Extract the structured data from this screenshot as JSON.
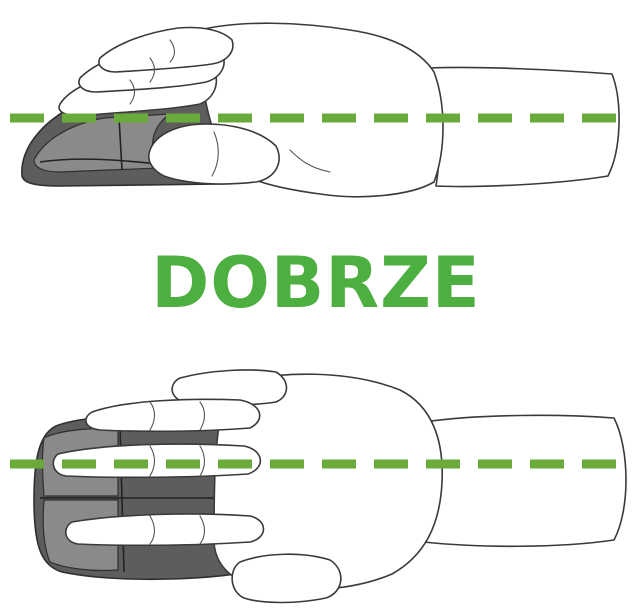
{
  "caption": {
    "text": "DOBRZE"
  },
  "colors": {
    "accent_green": "#4caf3f",
    "guide_green": "#6aaa3a",
    "mouse_dark": "#5d5d5d",
    "mouse_light": "#8a8a8a",
    "outline": "#3a3a3a"
  },
  "illustrations": [
    {
      "name": "hand-on-mouse-side-view",
      "view": "side",
      "guide_line": "horizontal-dashed"
    },
    {
      "name": "hand-on-mouse-top-view",
      "view": "top",
      "guide_line": "horizontal-dashed"
    }
  ]
}
